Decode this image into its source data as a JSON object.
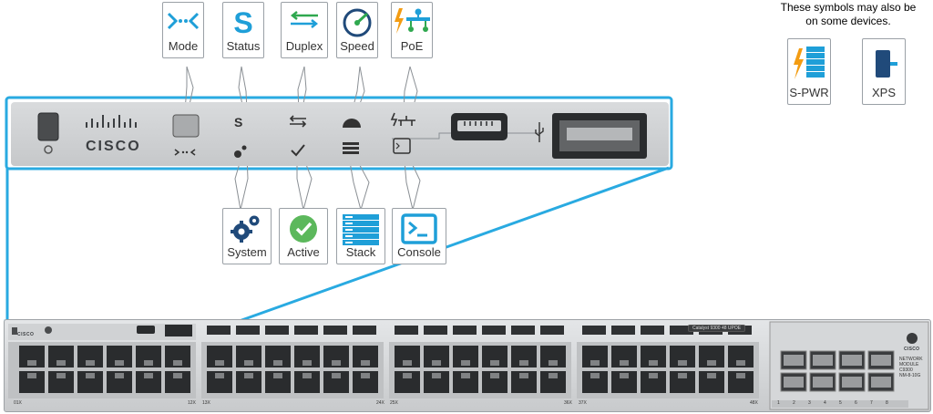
{
  "note": {
    "line1": "These symbols may also be",
    "line2": "on some devices."
  },
  "top_callouts": [
    {
      "label": "Mode",
      "icon": "mode-icon"
    },
    {
      "label": "Status",
      "icon": "status-icon"
    },
    {
      "label": "Duplex",
      "icon": "duplex-icon"
    },
    {
      "label": "Speed",
      "icon": "speed-icon"
    },
    {
      "label": "PoE",
      "icon": "poe-icon"
    }
  ],
  "bottom_callouts": [
    {
      "label": "System",
      "icon": "system-icon"
    },
    {
      "label": "Active",
      "icon": "active-icon"
    },
    {
      "label": "Stack",
      "icon": "stack-icon"
    },
    {
      "label": "Console",
      "icon": "console-icon"
    }
  ],
  "extra_callouts": [
    {
      "label": "S-PWR",
      "icon": "s-pwr-icon"
    },
    {
      "label": "XPS",
      "icon": "xps-icon"
    }
  ],
  "panel": {
    "brand": "CISCO"
  },
  "chassis": {
    "brand": "CISCO",
    "model_plate": "Catalyst 9300 48 UPOE",
    "port_labels": [
      "01X",
      "12X",
      "13X",
      "24X",
      "25X",
      "36X",
      "37X",
      "48X"
    ],
    "uplink_numbers": [
      "1",
      "2",
      "3",
      "4",
      "5",
      "6",
      "7",
      "8"
    ],
    "module_text": [
      "NETWORK",
      "MODULE",
      "C9300",
      "NM-8-10G"
    ]
  },
  "colors": {
    "accent": "#1fb0e0",
    "icon_blue": "#1f9fd8",
    "dark_blue": "#204a7a",
    "green": "#5cb85c",
    "orange": "#f39c12",
    "panel": "#d2d4d6"
  }
}
